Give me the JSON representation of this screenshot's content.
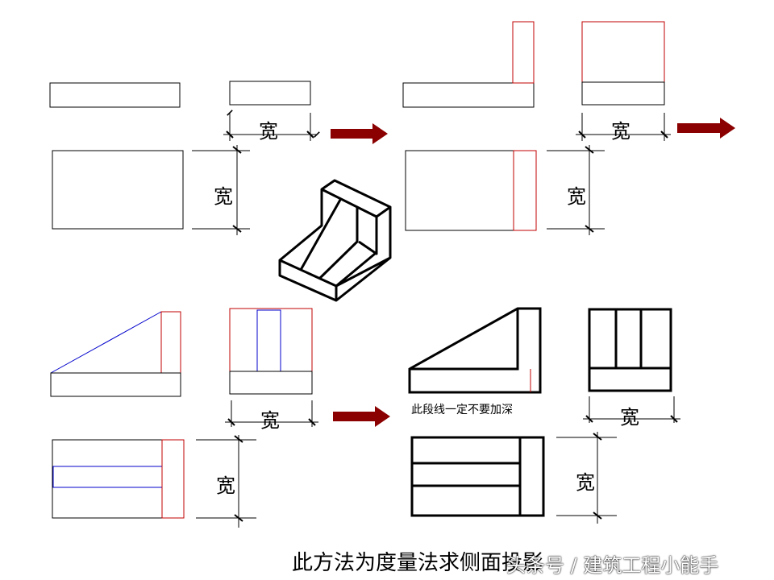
{
  "labels": {
    "width": "宽"
  },
  "note": "此段线一定不要加深",
  "caption": "此方法为度量法求侧面投影",
  "watermark": "头条号 / 建筑工程小能手",
  "colors": {
    "line": "#000000",
    "red": "#c00000",
    "blue": "#0000cc",
    "arrow": "#8b0000"
  }
}
